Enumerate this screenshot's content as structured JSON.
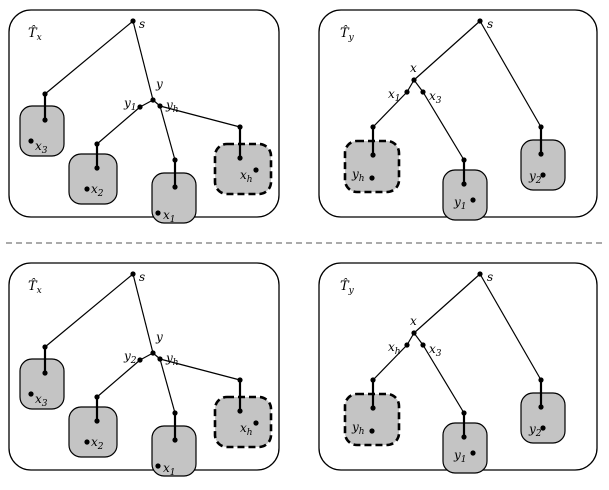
{
  "figure": {
    "panels": [
      {
        "id": "top-left",
        "title": "T̂_x",
        "labels": {
          "root": "s",
          "internal": "y",
          "child_left": "y1",
          "child_right": "yh",
          "leaf_far": "x3",
          "leaf_a": "x2",
          "leaf_b": "x1",
          "leaf_highlight": "xh"
        }
      },
      {
        "id": "top-right",
        "title": "T̂_y",
        "labels": {
          "root": "s",
          "internal": "x",
          "child_left": "x1",
          "child_right": "x3",
          "leaf_highlight": "yh",
          "leaf_a": "y1",
          "leaf_far": "y2"
        }
      },
      {
        "id": "bottom-left",
        "title": "T̂_x",
        "labels": {
          "root": "s",
          "internal": "y",
          "child_left": "y2",
          "child_right": "yh",
          "leaf_far": "x3",
          "leaf_a": "x2",
          "leaf_b": "x1",
          "leaf_highlight": "xh"
        }
      },
      {
        "id": "bottom-right",
        "title": "T̂_y",
        "labels": {
          "root": "s",
          "internal": "x",
          "child_left": "xh",
          "child_right": "x3",
          "leaf_highlight": "yh",
          "leaf_a": "y1",
          "leaf_far": "y2"
        }
      }
    ]
  }
}
